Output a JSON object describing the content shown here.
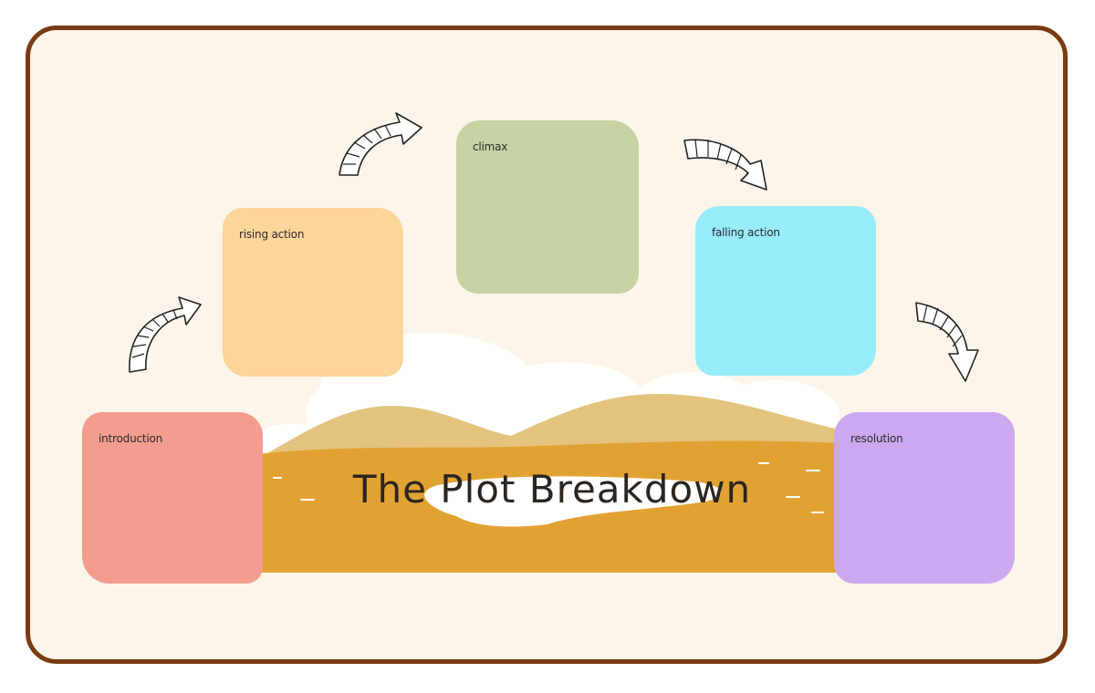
{
  "title": "The Plot Breakdown",
  "notes": {
    "introduction": "introduction",
    "rising_action": "rising action",
    "climax": "climax",
    "falling_action": "falling action",
    "resolution": "resolution"
  },
  "icons": [
    "curved-arrow-icon",
    "cloud-icon",
    "hills-icon",
    "road-icon"
  ],
  "colors": {
    "frame_border": "#7a3a12",
    "background": "#fdf5ea",
    "introduction": "#f49d8f",
    "rising_action": "#fed59a",
    "climax": "#c6d3a2",
    "falling_action": "#98edfd",
    "resolution": "#cda8f1",
    "road": "#e2a233",
    "hills": "#e3c37d"
  }
}
